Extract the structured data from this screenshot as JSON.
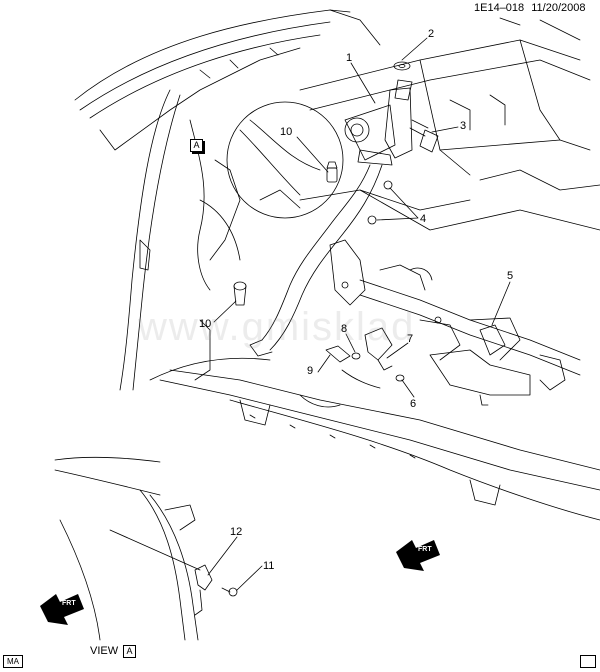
{
  "header": {
    "code": "1E14–018",
    "date": "11/20/2008"
  },
  "watermark": "www.gmisklad",
  "callouts": {
    "c1": "1",
    "c2": "2",
    "c3": "3",
    "c4": "4",
    "c5": "5",
    "c6": "6",
    "c7": "7",
    "c8": "8",
    "c9": "9",
    "c10a": "10",
    "c10b": "10",
    "c11": "11",
    "c12": "12"
  },
  "view_marker": "A",
  "view_caption": {
    "prefix": "VIEW",
    "letter": "A"
  },
  "corner_tags": {
    "left": "MA",
    "right": ""
  },
  "front_badges": {
    "text": "FRT"
  },
  "colors": {
    "line": "#000000",
    "background": "#ffffff"
  }
}
